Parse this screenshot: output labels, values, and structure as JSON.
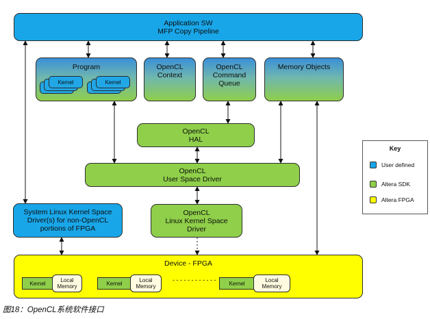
{
  "diagram": {
    "application": {
      "line1": "Application SW",
      "line2": "MFP Copy Pipeline"
    },
    "program": {
      "title": "Program",
      "kernel_cards": [
        "Kernel",
        "Kernel"
      ]
    },
    "context": {
      "line1": "OpenCL",
      "line2": "Context"
    },
    "command_queue": {
      "line1": "OpenCL",
      "line2": "Command",
      "line3": "Queue"
    },
    "memory_objects": {
      "title": "Memory Objects"
    },
    "hal": {
      "line1": "OpenCL",
      "line2": "HAL"
    },
    "user_space_driver": {
      "line1": "OpenCL",
      "line2": "User Space Driver"
    },
    "kernel_space_driver": {
      "line1": "OpenCL",
      "line2": "Linux Kernel Space",
      "line3": "Driver"
    },
    "system_driver": {
      "line1": "System Linux Kernel Space",
      "line2": "Driver(s) for non-OpenCL",
      "line3": "portions of FPGA"
    },
    "device": {
      "title": "Device - FPGA",
      "units": [
        {
          "kernel": "Kernel",
          "mem1": "Local",
          "mem2": "Memory"
        },
        {
          "kernel": "Kernel",
          "mem1": "Local",
          "mem2": "Memory"
        },
        {
          "kernel": "Kernel",
          "mem1": "Local",
          "mem2": "Memory"
        }
      ],
      "ellipsis": "- - - - - - - - - - - -"
    }
  },
  "legend": {
    "title": "Key",
    "items": [
      {
        "label": "User defined",
        "color": "#19a6e8"
      },
      {
        "label": "Altera SDK",
        "color": "#8fcf4a"
      },
      {
        "label": "Altera FPGA",
        "color": "#ffff00"
      }
    ]
  },
  "caption": "图18：OpenCL系统软件接口"
}
